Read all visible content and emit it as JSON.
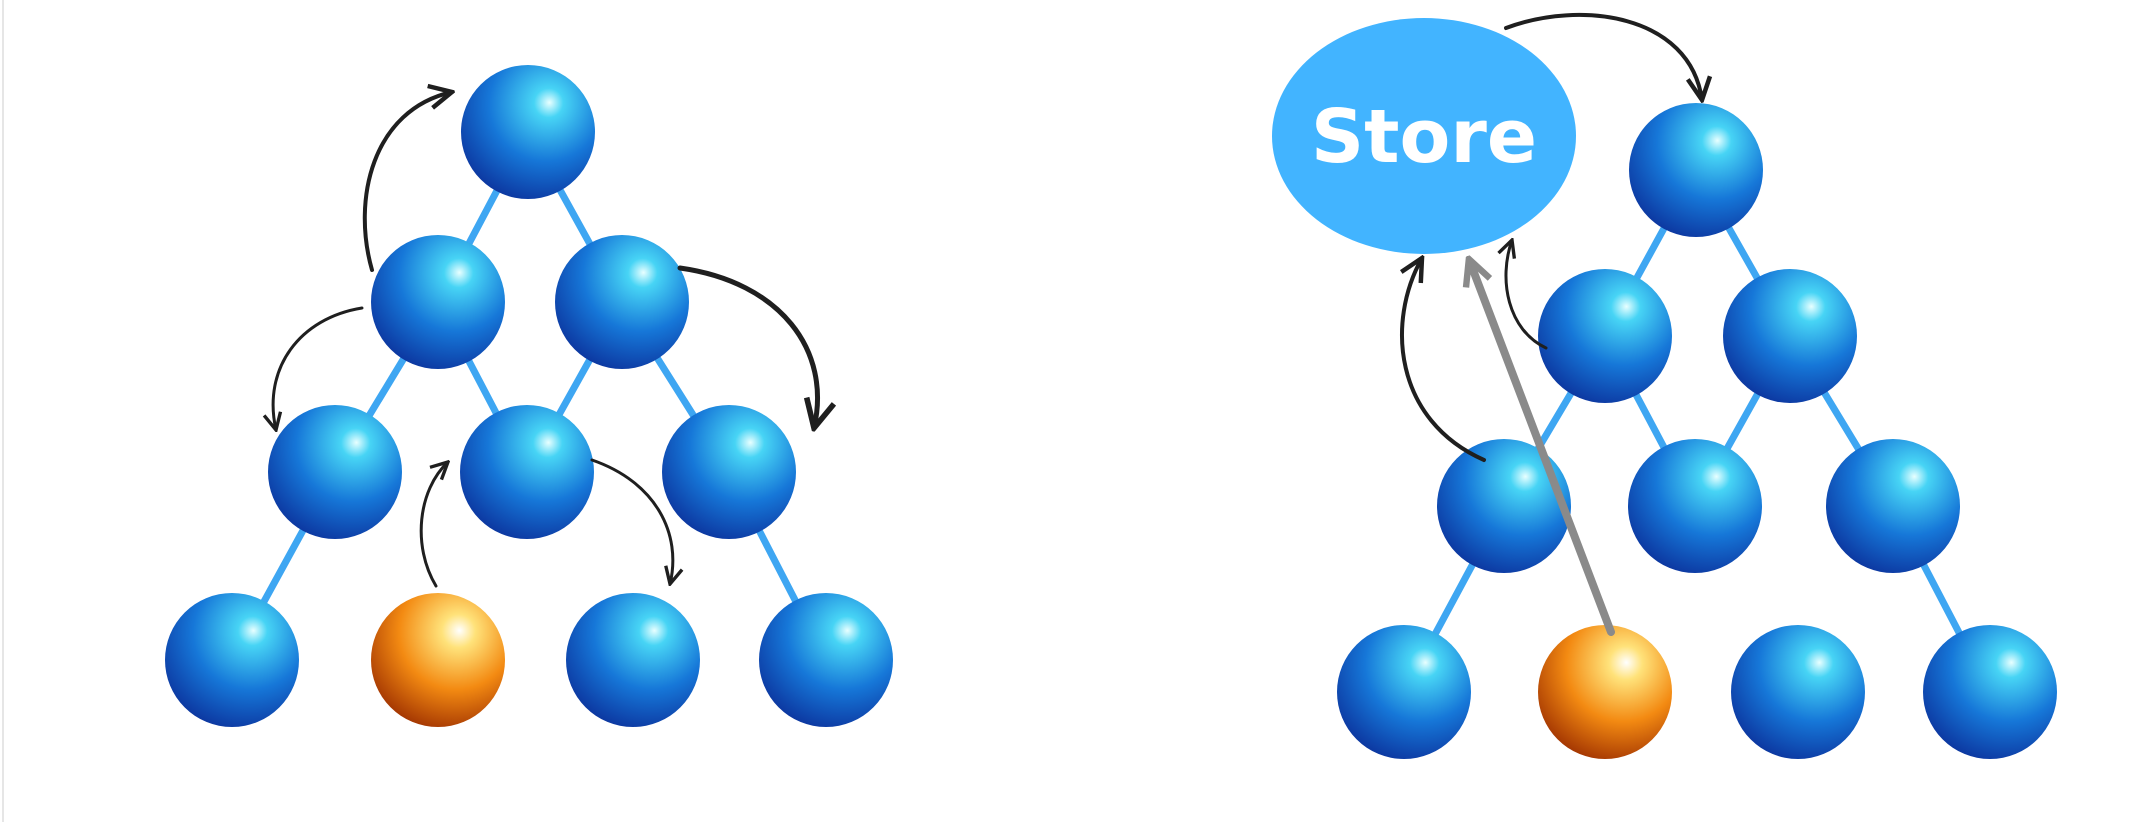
{
  "diagram": {
    "store": {
      "label": "Store"
    },
    "colors": {
      "node_blue": "#1a6fd6",
      "node_orange": "#f07a10",
      "edge_blue": "#3ea6f2",
      "store_fill": "#42b4ff",
      "arrow_dark": "#1f1f1f",
      "arrow_gray": "#8a8a8a",
      "store_text": "#ffffff"
    },
    "left_tree": {
      "nodes": [
        {
          "id": "L-r0-0",
          "kind": "blue"
        },
        {
          "id": "L-r1-0",
          "kind": "blue"
        },
        {
          "id": "L-r1-1",
          "kind": "blue"
        },
        {
          "id": "L-r2-0",
          "kind": "blue"
        },
        {
          "id": "L-r2-1",
          "kind": "blue"
        },
        {
          "id": "L-r2-2",
          "kind": "blue"
        },
        {
          "id": "L-r3-0",
          "kind": "blue"
        },
        {
          "id": "L-r3-1",
          "kind": "orange"
        },
        {
          "id": "L-r3-2",
          "kind": "blue"
        },
        {
          "id": "L-r3-3",
          "kind": "blue"
        }
      ]
    },
    "right_tree": {
      "nodes": [
        {
          "id": "R-r0-0",
          "kind": "blue"
        },
        {
          "id": "R-r1-0",
          "kind": "blue"
        },
        {
          "id": "R-r1-1",
          "kind": "blue"
        },
        {
          "id": "R-r2-0",
          "kind": "blue"
        },
        {
          "id": "R-r2-1",
          "kind": "blue"
        },
        {
          "id": "R-r2-2",
          "kind": "blue"
        },
        {
          "id": "R-r3-0",
          "kind": "blue"
        },
        {
          "id": "R-r3-1",
          "kind": "orange"
        },
        {
          "id": "R-r3-2",
          "kind": "blue"
        },
        {
          "id": "R-r3-3",
          "kind": "blue"
        }
      ]
    }
  }
}
